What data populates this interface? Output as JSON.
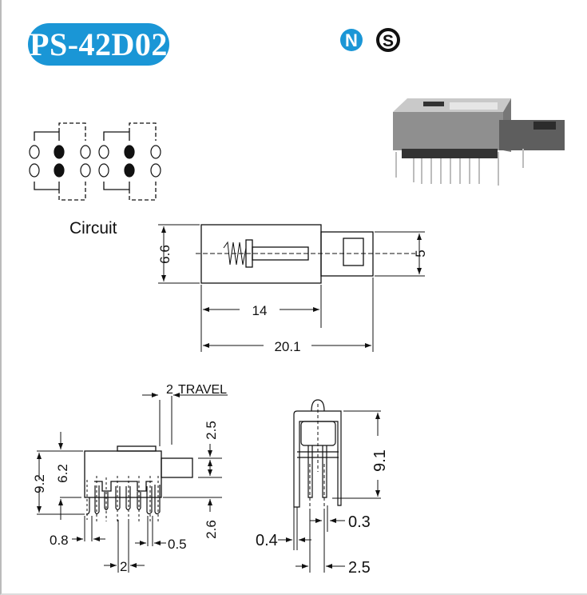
{
  "title": "PS-42D02",
  "cert_marks": {
    "n": "N",
    "s": "S",
    "n_color": "#1a96d6",
    "s_color": "#111111"
  },
  "circuit_label": "Circuit",
  "top_view": {
    "height_dim": "6.6",
    "actuator_dim": "5",
    "body_length": "14",
    "total_length": "20.1"
  },
  "side_view": {
    "travel_value": "2",
    "travel_label": "TRAVEL",
    "actuator_offset": "2.5",
    "overall_height": "9.2",
    "body_height": "6.2",
    "actuator_height": "2.6",
    "pin_offset": "0.8",
    "pin_width": "0.5",
    "pin_pitch": "2"
  },
  "end_view": {
    "height": "9.1",
    "pin_thickness": "0.3",
    "frame_thickness": "0.4",
    "pin_spacing": "2.5"
  }
}
